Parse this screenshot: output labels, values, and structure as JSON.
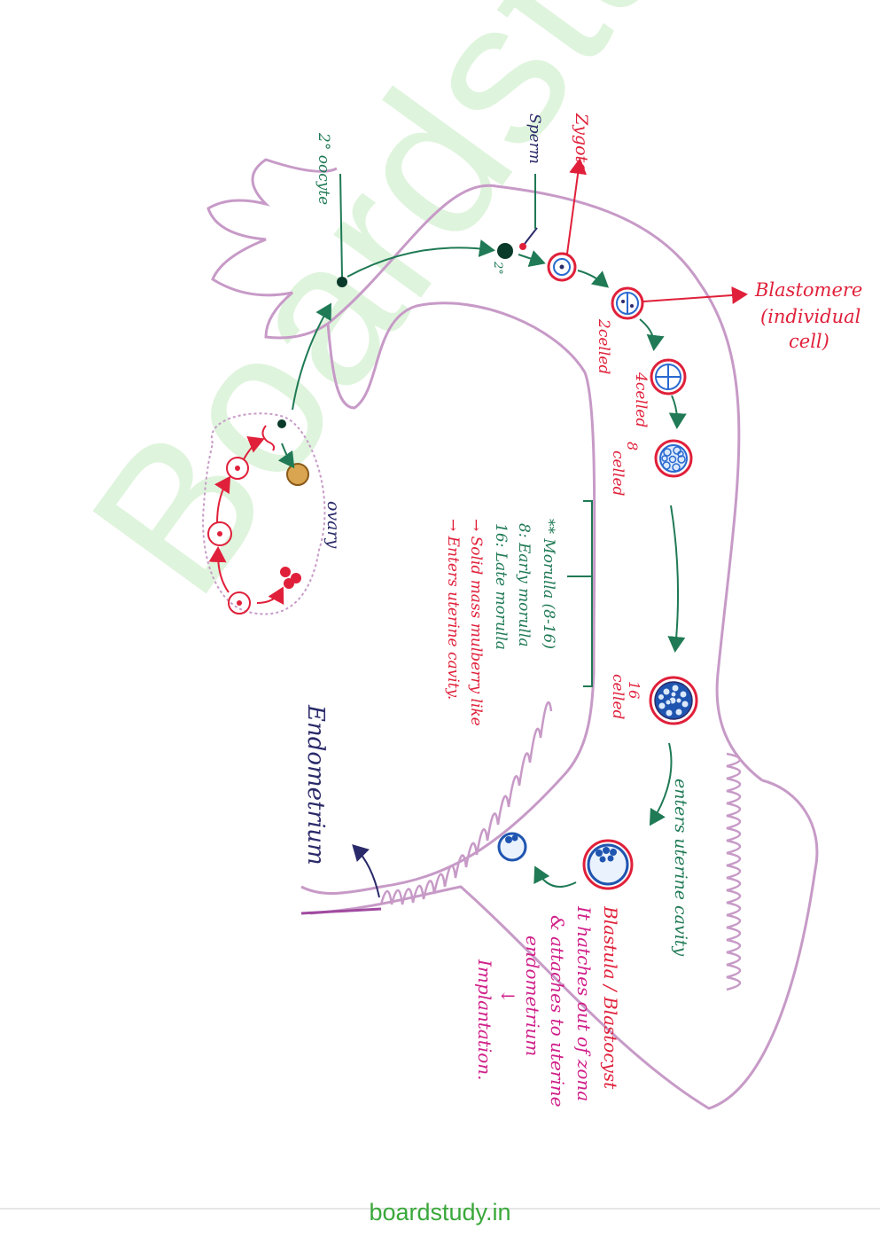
{
  "watermark": "Boardstudy",
  "footer": "boardstudy.in",
  "labels": {
    "oocyte": "2° oocyte",
    "sperm": "Sperm",
    "zygote": "Zygote",
    "blastomere_1": "Blastomere",
    "blastomere_2": "(individual",
    "blastomere_3": "cell)",
    "two_celled": "2celled",
    "four_celled_1": "4celled",
    "four_celled_2": "celled",
    "eight_celled": "8",
    "sixteen_1": "16",
    "sixteen_2": "celled",
    "ovary": "ovary",
    "endometrium": "Endometrium",
    "enters_uterine": "enters uterine cavity",
    "blastula": "Blastula / Blastocyst",
    "two_deg": "2°"
  },
  "morula_notes": [
    "** Morulla (8-16)",
    "8: Early morulla",
    "16: Late morulla",
    "→ Solid mass mulberry like",
    "→ Enters uterine cavity."
  ],
  "implantation_notes": [
    "It hatches out of zona",
    "& attaches to uterine",
    "endometrium",
    "↓",
    "Implantation."
  ],
  "colors": {
    "outline": "#c79ac7",
    "outline_dark": "#a04aa0",
    "green": "#1f7a55",
    "red": "#e0203a",
    "navy": "#2a2a6a",
    "magenta": "#d0208a",
    "blue": "#2a6ad0"
  }
}
